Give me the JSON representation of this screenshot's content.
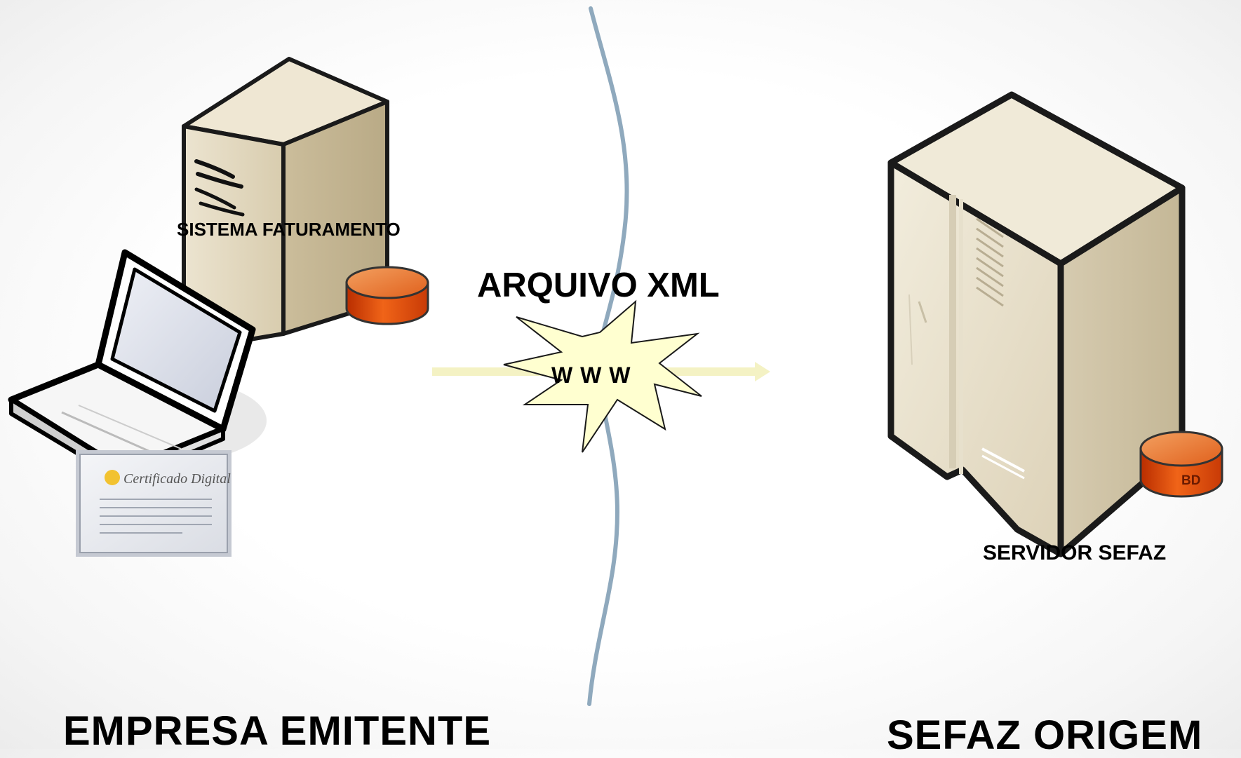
{
  "labels": {
    "sistema_faturamento": "SISTEMA FATURAMENTO",
    "arquivo_xml": "ARQUIVO XML",
    "www": "W W W",
    "servidor_sefaz": "SERVIDOR SEFAZ",
    "bd": "BD",
    "empresa_emitente": "EMPRESA EMITENTE",
    "sefaz_origem": "SEFAZ ORIGEM",
    "certificado_digital": "Certificado Digital"
  },
  "icons": {
    "client_server": "server-tower-icon",
    "client_database": "database-icon",
    "laptop": "laptop-icon",
    "certificate": "certificate-icon",
    "internet_burst": "internet-burst-icon",
    "boundary": "network-boundary-line",
    "flow_arrow": "arrow-right-icon",
    "sefaz_server": "server-tower-icon",
    "sefaz_database": "database-icon"
  },
  "colors": {
    "server_beige": "#d9ccb0",
    "database_orange": "#e85a10",
    "burst_yellow": "#ffffd0",
    "boundary_blue": "#8fa9bd",
    "arrow_yellow": "#f4f2c4"
  }
}
